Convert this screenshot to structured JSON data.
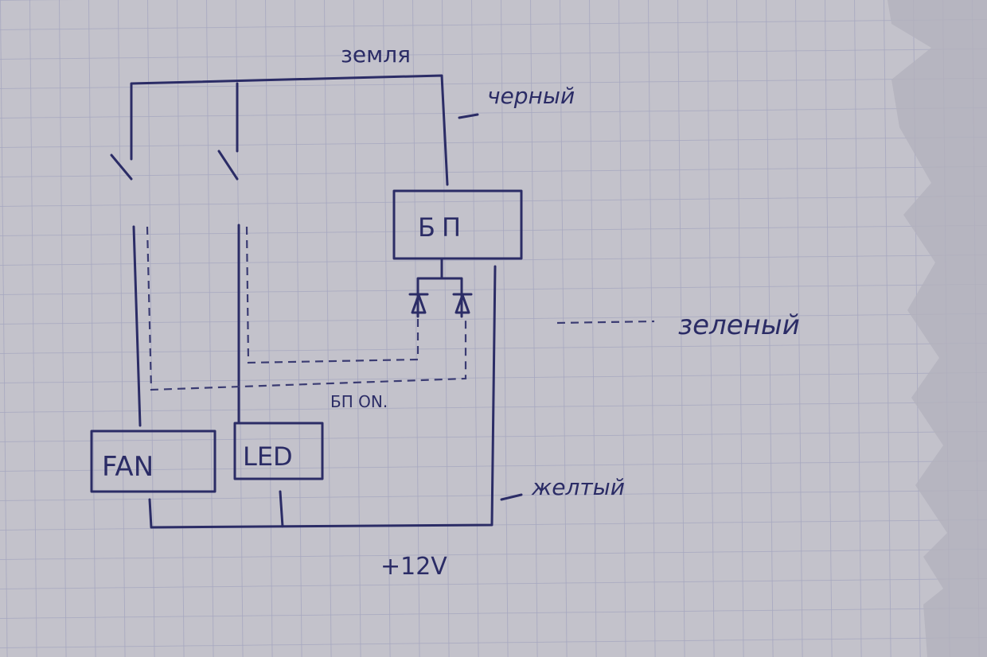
{
  "diagram": {
    "labels": {
      "ground": "земля",
      "black": "черный",
      "psu": "БП",
      "green": "зеленый",
      "psu_on": "БП ON.",
      "fan": "FAN",
      "led": "LED",
      "yellow": "желтый",
      "plus12v": "+12V"
    },
    "colors": {
      "paper": "#bdbcc6",
      "grid": "#a9a9c0",
      "ink": "#2b2c66"
    }
  }
}
